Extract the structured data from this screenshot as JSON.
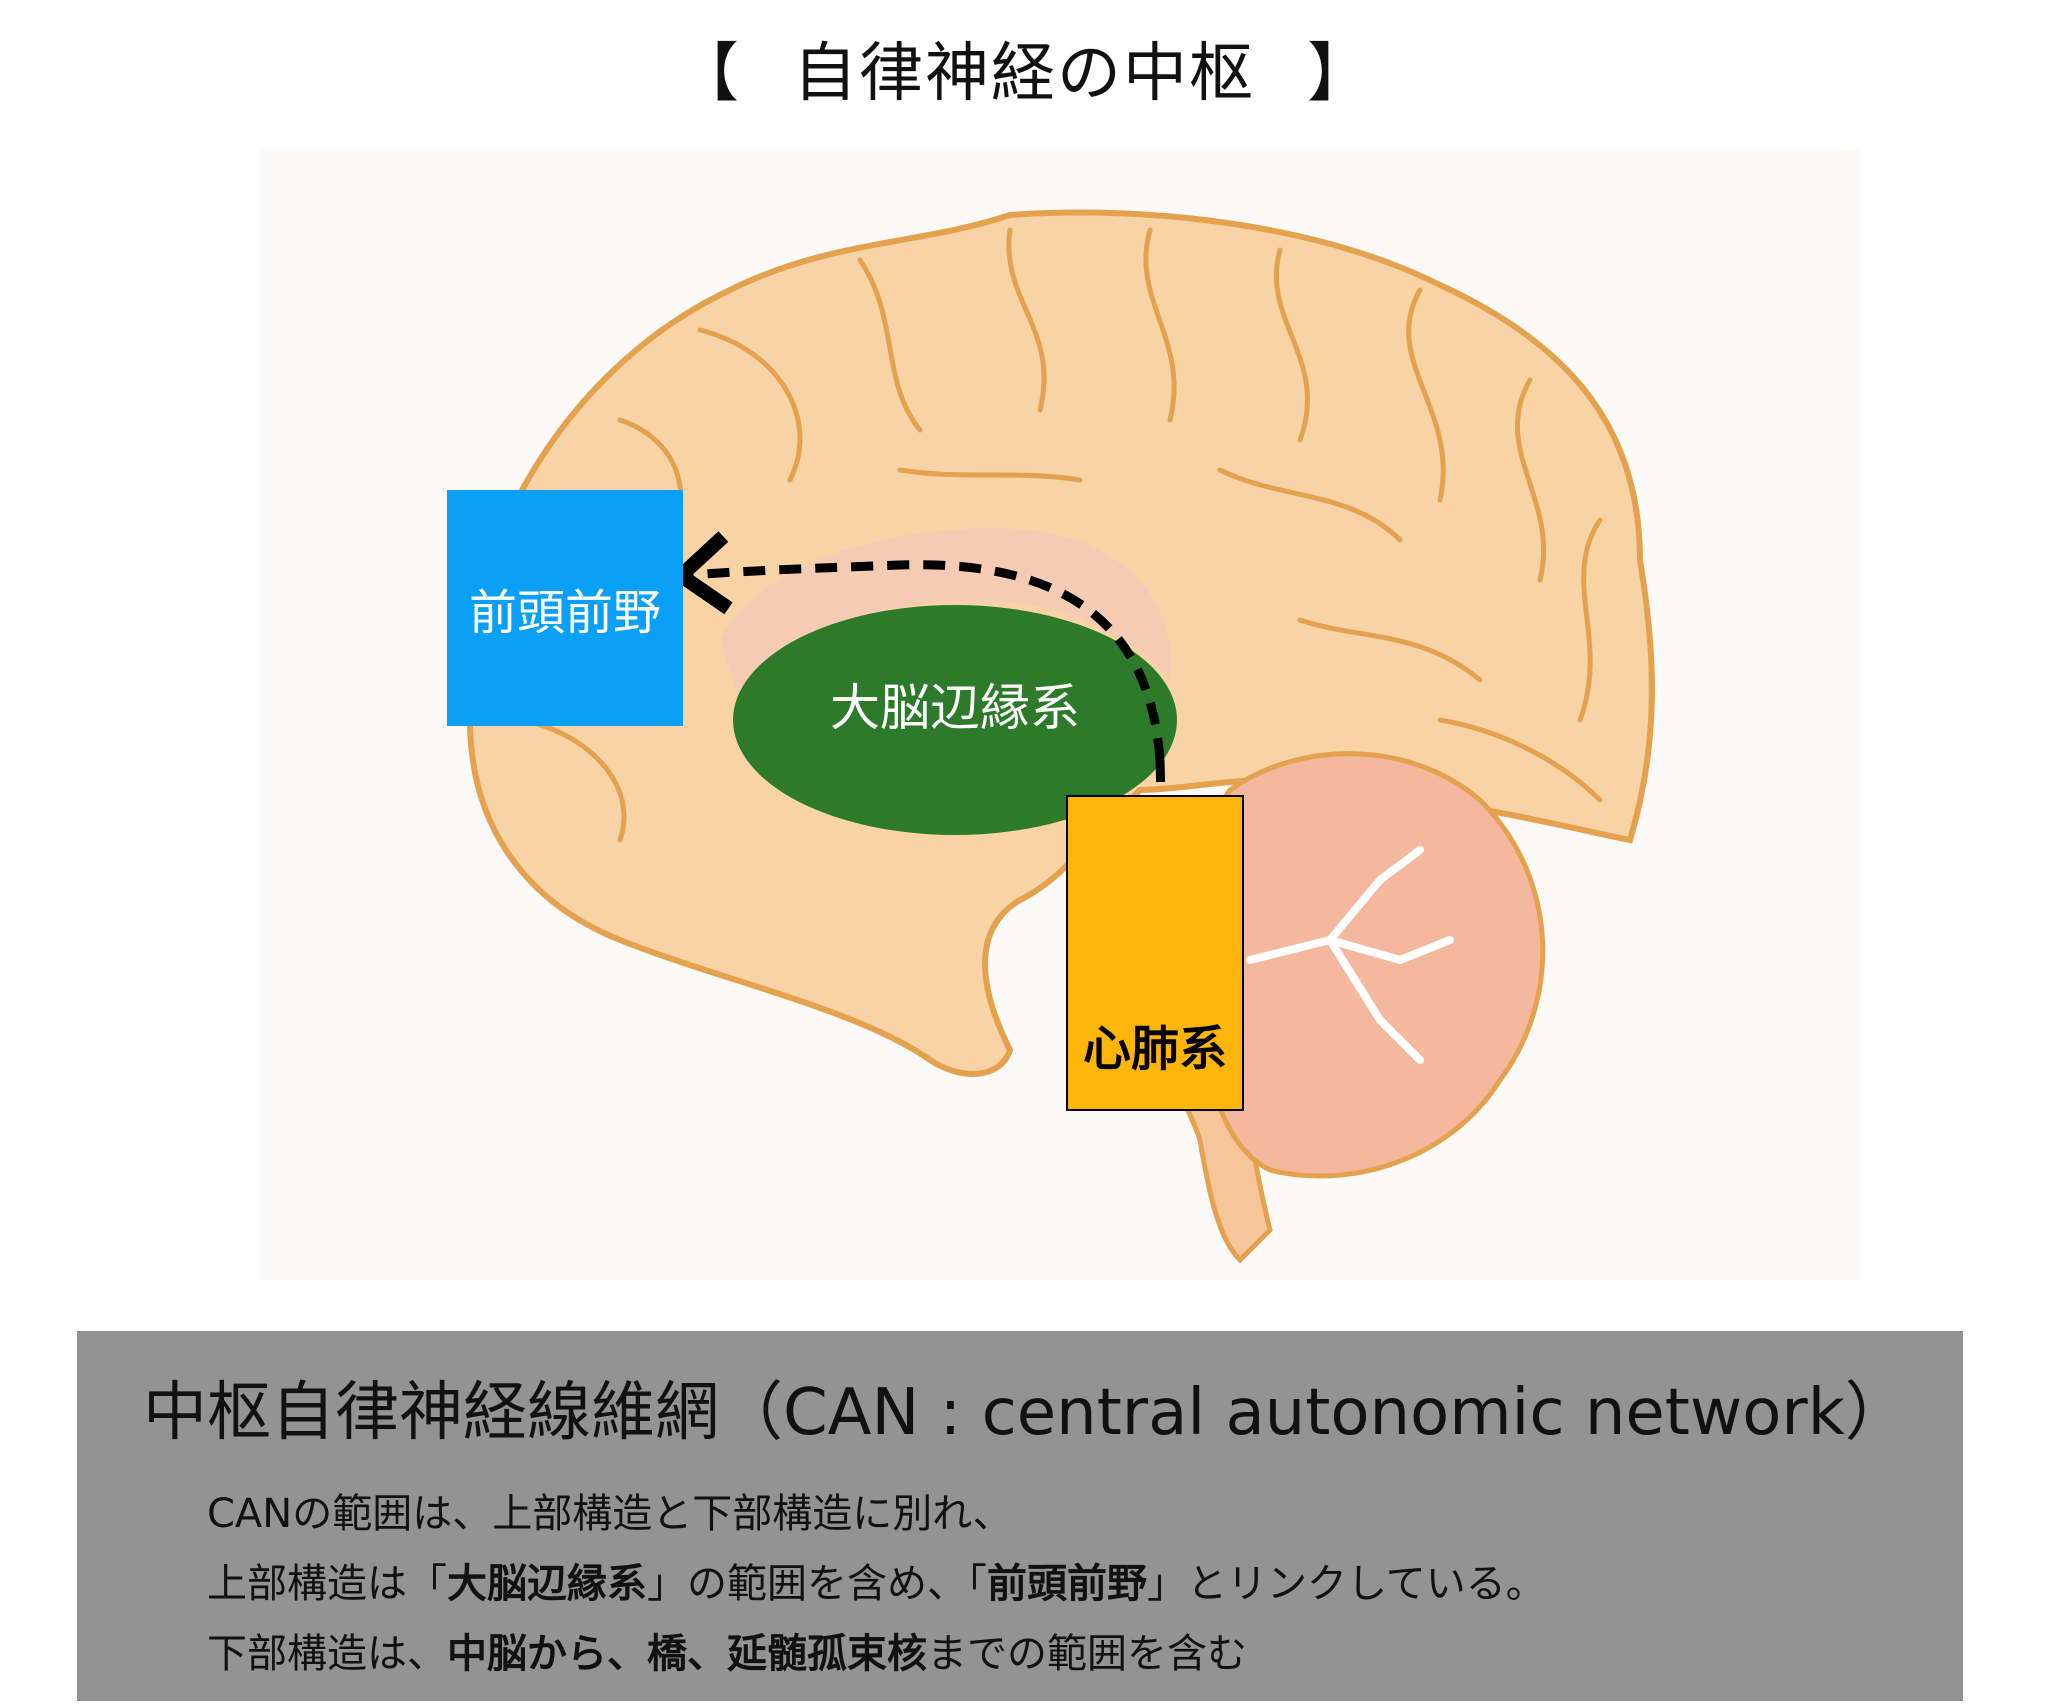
{
  "title": {
    "open": "【",
    "text": "自律神経の中枢",
    "close": "】"
  },
  "diagram": {
    "prefrontal": "前頭前野",
    "limbic": "大脳辺縁系",
    "cardiopulmonary": "心肺系"
  },
  "info": {
    "heading": "中枢自律神経線維網（CAN : central autonomic network）",
    "line1": "CANの範囲は、上部構造と下部構造に別れ、",
    "line2": {
      "a": "上部構造は「",
      "b": "大脳辺縁系",
      "c": "」の範囲を含め、「",
      "d": "前頭前野",
      "e": "」とリンクしている。"
    },
    "line3": {
      "a": "下部構造は、",
      "b": "中脳から、橋、延髄孤束核",
      "c": "までの範囲を含む"
    }
  },
  "colors": {
    "brain_fill": "#f7d3a6",
    "brain_outline": "#e4a24e",
    "limbic_ellipse": "#2d7b2a",
    "prefrontal_box": "#0aa0f7",
    "cardio_box": "#fdb509",
    "panel": "#939393",
    "cerebellum": "#f3b89e"
  }
}
